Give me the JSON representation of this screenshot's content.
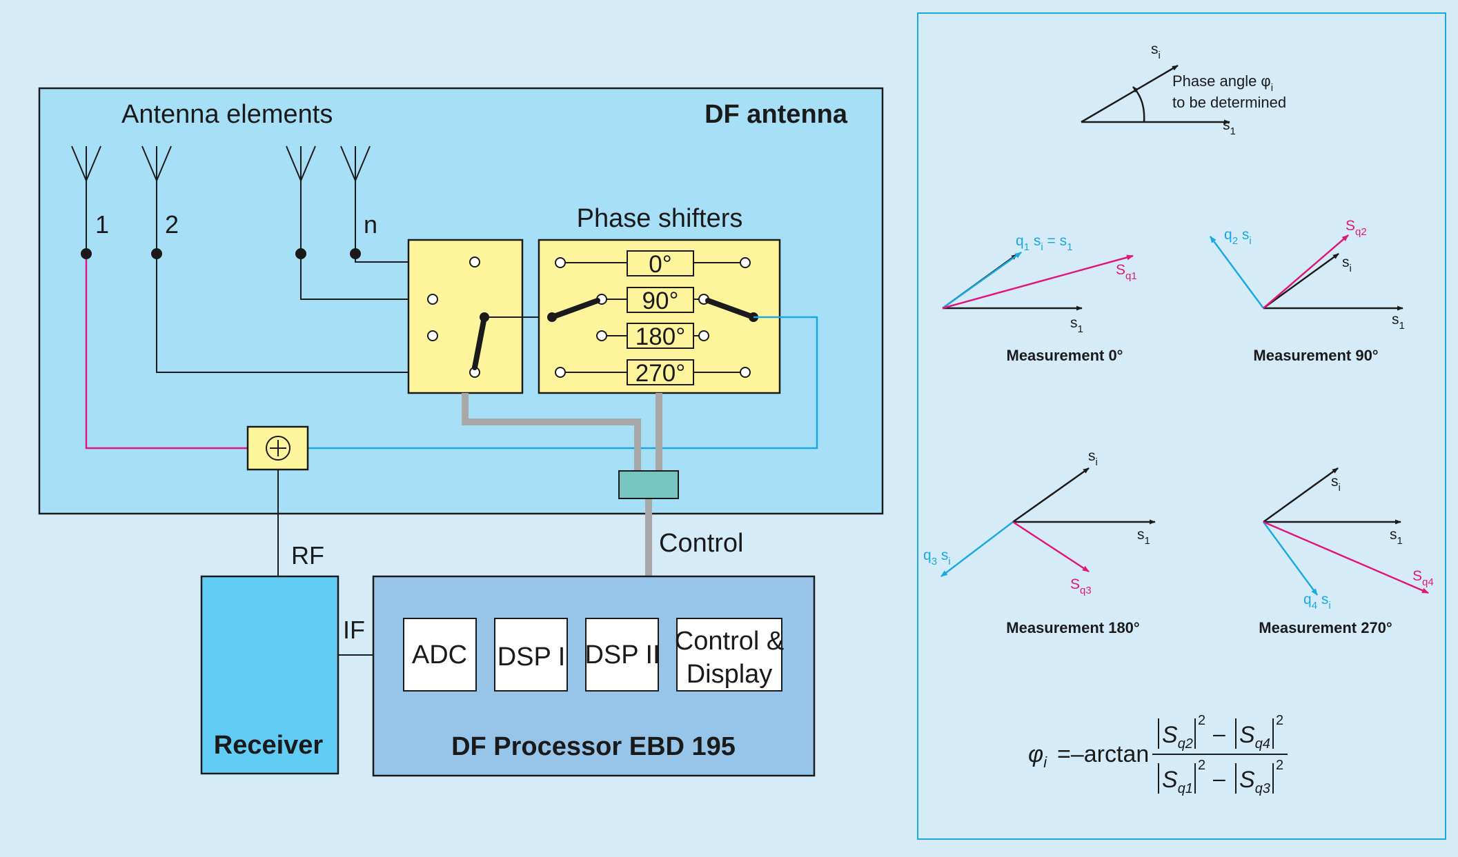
{
  "colors": {
    "background": "#d5ecf8",
    "antenna_box": "#a7dff7",
    "phase_panel": "#fef49c",
    "receiver": "#62cdf4",
    "processor": "#96c5e9",
    "connector": "#77c5c1",
    "control_bus": "#a8a8a8",
    "wire": "#1a1a1a",
    "cyan_signal": "#1ba7e2",
    "magenta_signal": "#e0167a"
  },
  "antenna": {
    "title": "DF antenna",
    "elements_label": "Antenna elements",
    "element_labels": [
      "1",
      "2",
      "n"
    ],
    "phase_shifters_label": "Phase shifters",
    "shifts": [
      "0°",
      "90°",
      "180°",
      "270°"
    ],
    "combiner_symbol": "⊕"
  },
  "links": {
    "rf": "RF",
    "if": "IF",
    "control": "Control"
  },
  "receiver": {
    "label": "Receiver"
  },
  "processor": {
    "label": "DF Processor EBD 195",
    "modules": [
      "ADC",
      "DSP I",
      "DSP II"
    ],
    "control_display": [
      "Control &",
      "Display"
    ]
  },
  "phase_diagram": {
    "si": "s",
    "si_sub": "i",
    "s1": "s",
    "s1_sub": "1",
    "phase_angle_line1": "Phase angle φ",
    "phase_angle_sub": "i",
    "phase_angle_line2": "to be determined",
    "measurements": [
      {
        "label": "Measurement 0°",
        "q": "q",
        "q_sub": "1",
        "q_rel": " s",
        "q_rel_sub": "i",
        "q_eq": " = s",
        "q_eq_sub": "1",
        "sq": "S",
        "sq_sub": "q1"
      },
      {
        "label": "Measurement 90°",
        "q": "q",
        "q_sub": "2",
        "q_rel": " s",
        "q_rel_sub": "i",
        "sq": "S",
        "sq_sub": "q2"
      },
      {
        "label": "Measurement 180°",
        "q": "q",
        "q_sub": "3",
        "q_rel": " s",
        "q_rel_sub": "i",
        "sq": "S",
        "sq_sub": "q3"
      },
      {
        "label": "Measurement 270°",
        "q": "q",
        "q_sub": "4",
        "q_rel": " s",
        "q_rel_sub": "i",
        "sq": "S",
        "sq_sub": "q4"
      }
    ],
    "formula": {
      "lhs": "φ",
      "lhs_sub": "i",
      "eq": "=–arctan",
      "S": "S",
      "num_sub_a": "q2",
      "num_sub_b": "q4",
      "den_sub_a": "q1",
      "den_sub_b": "q3",
      "minus": "–",
      "power": "2"
    }
  }
}
